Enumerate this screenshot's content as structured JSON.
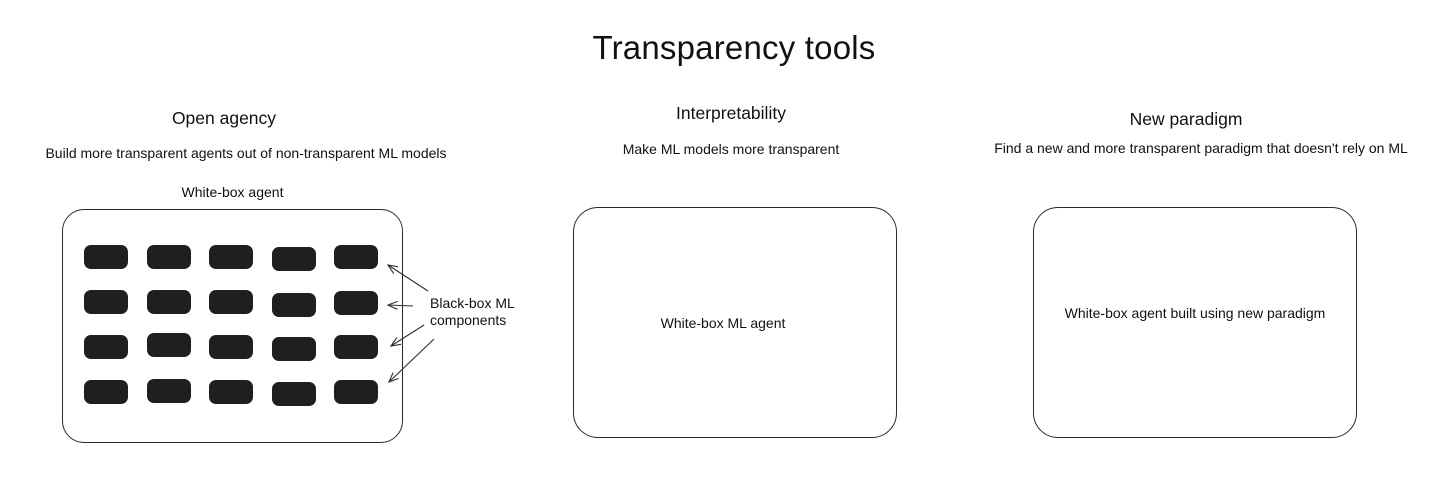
{
  "title": "Transparency tools",
  "columns": [
    {
      "heading": "Open agency",
      "subtitle": "Build more transparent agents out of non-transparent ML models",
      "box_label": "White-box agent",
      "annotation_line1": "Black-box ML",
      "annotation_line2": "components",
      "grid": {
        "rows": 4,
        "cols": 5
      }
    },
    {
      "heading": "Interpretability",
      "subtitle": "Make ML models more transparent",
      "box_text": "White-box ML agent"
    },
    {
      "heading": "New paradigm",
      "subtitle": "Find a new and more transparent paradigm that doesn't rely on ML",
      "box_text": "White-box agent built using new paradigm"
    }
  ],
  "colors": {
    "background": "#ffffff",
    "text": "#111111",
    "box_border": "#2b2b2b",
    "component_fill": "#1f1f1f",
    "arrow": "#2e2e2e"
  }
}
